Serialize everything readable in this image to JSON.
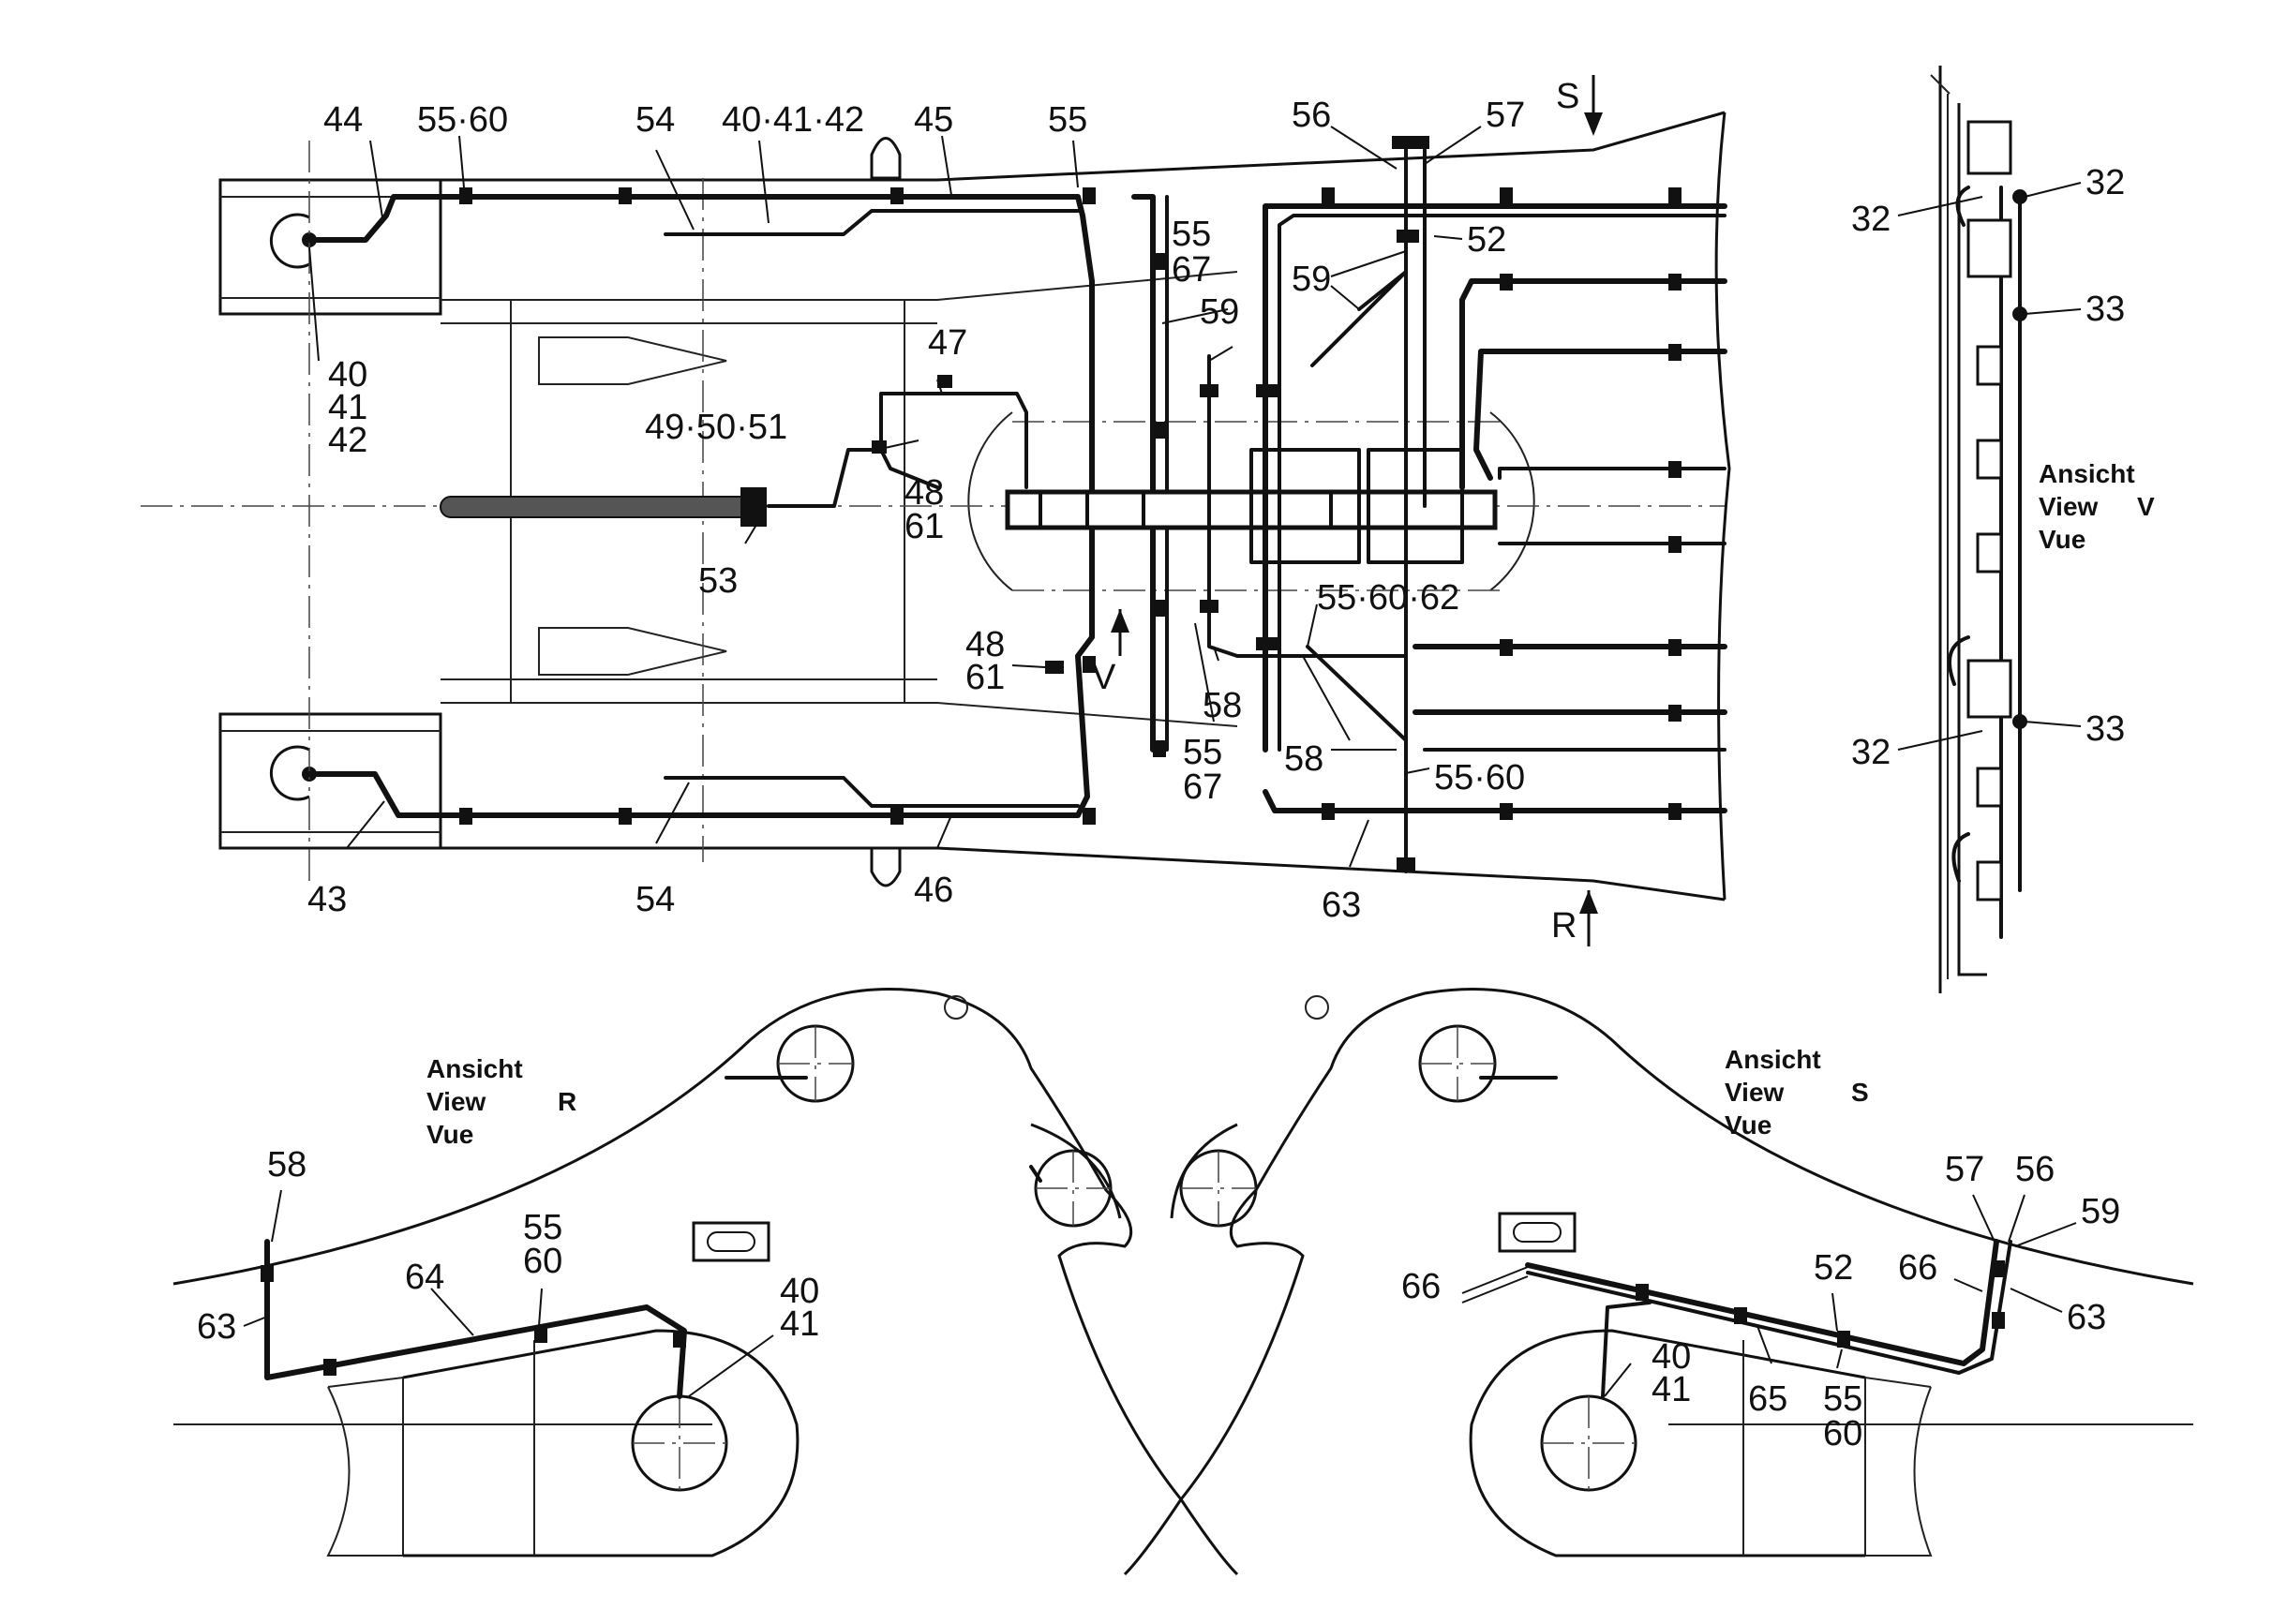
{
  "top_view": {
    "callouts": [
      "44",
      "55·60",
      "54",
      "40·41·42",
      "45",
      "55",
      "56",
      "57",
      "S",
      "52",
      "55",
      "67",
      "59",
      "59",
      "40",
      "41",
      "42",
      "47",
      "49·50·51",
      "48",
      "61",
      "53",
      "55·60·62",
      "48",
      "61",
      "V",
      "58",
      "55",
      "67",
      "58",
      "55·60",
      "43",
      "54",
      "46",
      "63",
      "R"
    ]
  },
  "view_v": {
    "title": [
      "Ansicht",
      "View",
      "V",
      "Vue"
    ],
    "callouts": [
      "32",
      "32",
      "33",
      "32",
      "33"
    ]
  },
  "view_r": {
    "title": [
      "Ansicht",
      "View",
      "R",
      "Vue"
    ],
    "callouts": [
      "58",
      "63",
      "64",
      "55",
      "60",
      "40",
      "41"
    ]
  },
  "view_s": {
    "title": [
      "Ansicht",
      "View",
      "S",
      "Vue"
    ],
    "callouts": [
      "57",
      "56",
      "59",
      "66",
      "66",
      "63",
      "52",
      "40",
      "41",
      "65",
      "55",
      "60"
    ]
  }
}
